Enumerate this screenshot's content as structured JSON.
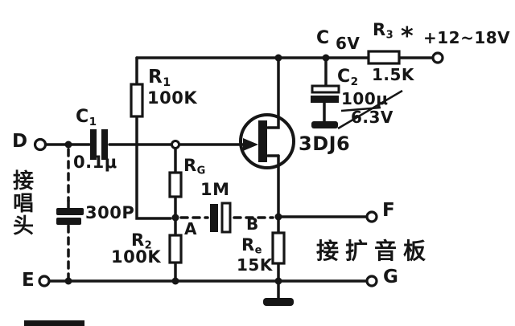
{
  "colors": {
    "ink": "#161616",
    "background": "#ffffff"
  },
  "terminals": {
    "d": "D",
    "e": "E",
    "f": "F",
    "g": "G",
    "supply": "+12~18V"
  },
  "nodes": {
    "a": "A",
    "b": "B",
    "c": "C",
    "c_voltage": "6V"
  },
  "captions": {
    "input_source": "接唱头",
    "output_destination": "接扩音板"
  },
  "transistor": {
    "part_number": "3DJ6"
  },
  "components": {
    "c1": {
      "base": "C",
      "sub": "1",
      "value": "0.1μ"
    },
    "input_shunt_cap": {
      "value": "300P"
    },
    "r1": {
      "base": "R",
      "sub": "1",
      "value": "100K"
    },
    "r2": {
      "base": "R",
      "sub": "2",
      "value": "100K"
    },
    "rg": {
      "base": "R",
      "sub": "G",
      "value": "1M"
    },
    "re": {
      "base": "R",
      "sub": "e",
      "value": "15K"
    },
    "r3": {
      "base": "R",
      "sub": "3",
      "value": "1.5K",
      "select_mark": "*"
    },
    "c2": {
      "base": "C",
      "sub": "2",
      "value": "100μ",
      "rating": "6.3V"
    }
  }
}
